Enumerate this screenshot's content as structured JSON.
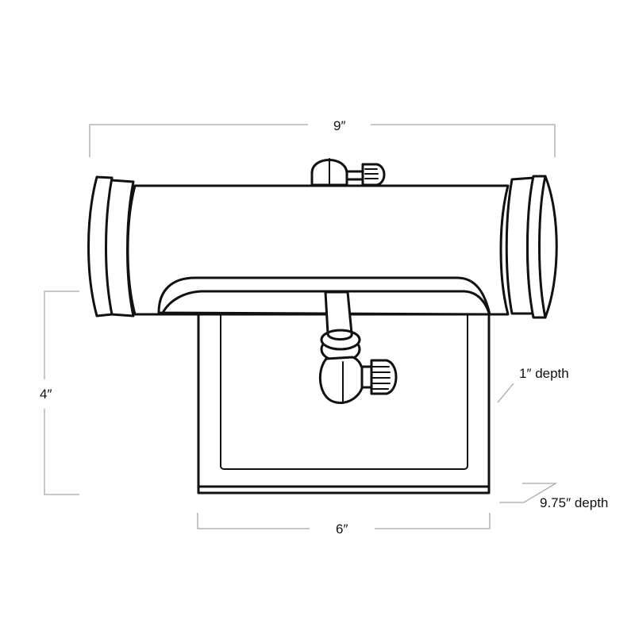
{
  "diagram": {
    "subject": "picture light dimension drawing",
    "line_color": "#111111",
    "dimension_line_color": "#a8a8a8",
    "background": "#ffffff"
  },
  "dimensions": {
    "overall_width": "9″",
    "height": "4″",
    "backplate_width": "6″",
    "backplate_depth": "1″ depth",
    "extension_depth": "9.75″ depth"
  }
}
